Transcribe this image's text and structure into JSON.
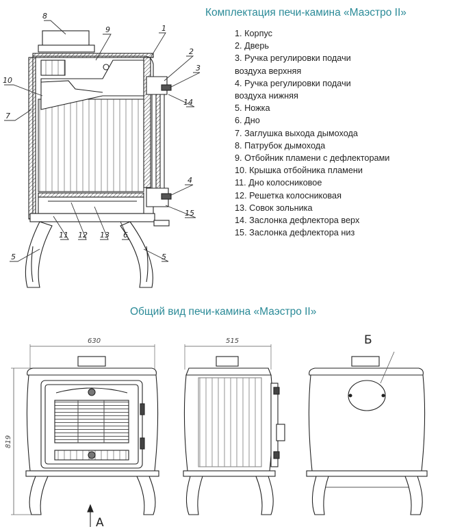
{
  "colors": {
    "accent": "#2a8a97",
    "line": "#2a2a2a"
  },
  "section1_title": "Комплектация печи-камина «Маэстро II»",
  "section2_title": "Общий вид печи-камина «Маэстро II»",
  "legend": [
    "1. Корпус",
    "2. Дверь",
    "3. Ручка регулировки подачи",
    "воздуха верхняя",
    "4. Ручка регулировки подачи",
    "воздуха нижняя",
    "5. Ножка",
    "6. Дно",
    "7. Заглушка выхода дымохода",
    "8. Патрубок дымохода",
    "9. Отбойник пламени с дефлекторами",
    "10. Крышка отбойника пламени",
    "11. Дно колосниковое",
    "12. Решетка колосниковая",
    "13. Совок зольника",
    "14. Заслонка дефлектора верх",
    "15. Заслонка дефлектора низ"
  ],
  "callouts": [
    "8",
    "9",
    "1",
    "2",
    "3",
    "10",
    "7",
    "14",
    "4",
    "15",
    "11",
    "12",
    "13",
    "6",
    "5",
    "5"
  ],
  "dimensions": {
    "width": "630",
    "depth": "515",
    "height": "819"
  },
  "view_labels": {
    "arrow": "А",
    "back": "Б"
  }
}
